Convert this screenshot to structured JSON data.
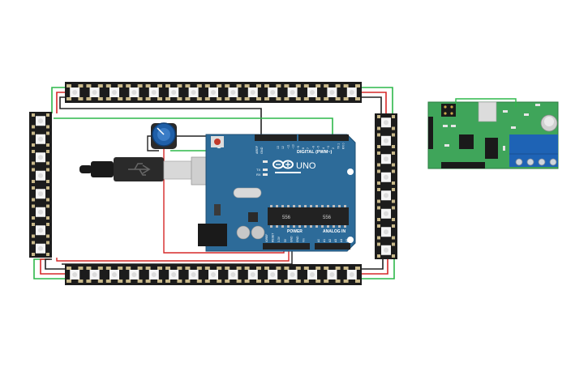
{
  "workspace": {
    "background": "#ffffff"
  },
  "arduino": {
    "brand_label": "UNO",
    "digital_label": "DIGITAL (PWM~)",
    "power_label": "POWER",
    "analog_label": "ANALOG IN",
    "aref_label": "AREF",
    "gnd_label": "GND",
    "tx_label": "TX",
    "rx_label": "RX",
    "chip_label_left": "556",
    "chip_label_right": "556",
    "board_color": "#2d6b99",
    "header_color": "#222222",
    "digital_pins": [
      "13",
      "12",
      "~11",
      "~10",
      "~9",
      "8",
      "7",
      "~6",
      "~5",
      "4",
      "~3",
      "2",
      "TX 1",
      "RX 0"
    ],
    "power_pins": [
      "IOREF",
      "RESET",
      "3.3V",
      "5V",
      "GND",
      "GND",
      "Vin"
    ],
    "analog_pins": [
      "A0",
      "A1",
      "A2",
      "A3",
      "A4",
      "A5"
    ]
  },
  "led_strips": {
    "top_count": 15,
    "bottom_count": 15,
    "left_count": 8,
    "right_count": 8,
    "strip_color": "#1c1c1c",
    "led_color": "#f5f5f5",
    "pad_color": "#c9b98a"
  },
  "potentiometer": {
    "knob_color": "#1f5fa8"
  },
  "usb_cable": {
    "plug_color": "#c8c8c8",
    "cable_color": "#1a1a1a"
  },
  "driver_module": {
    "board_color": "#3fa55a",
    "terminal_color": "#1e63b5"
  },
  "wires": {
    "green": "#2db84a",
    "red": "#d62828",
    "black": "#222222"
  }
}
